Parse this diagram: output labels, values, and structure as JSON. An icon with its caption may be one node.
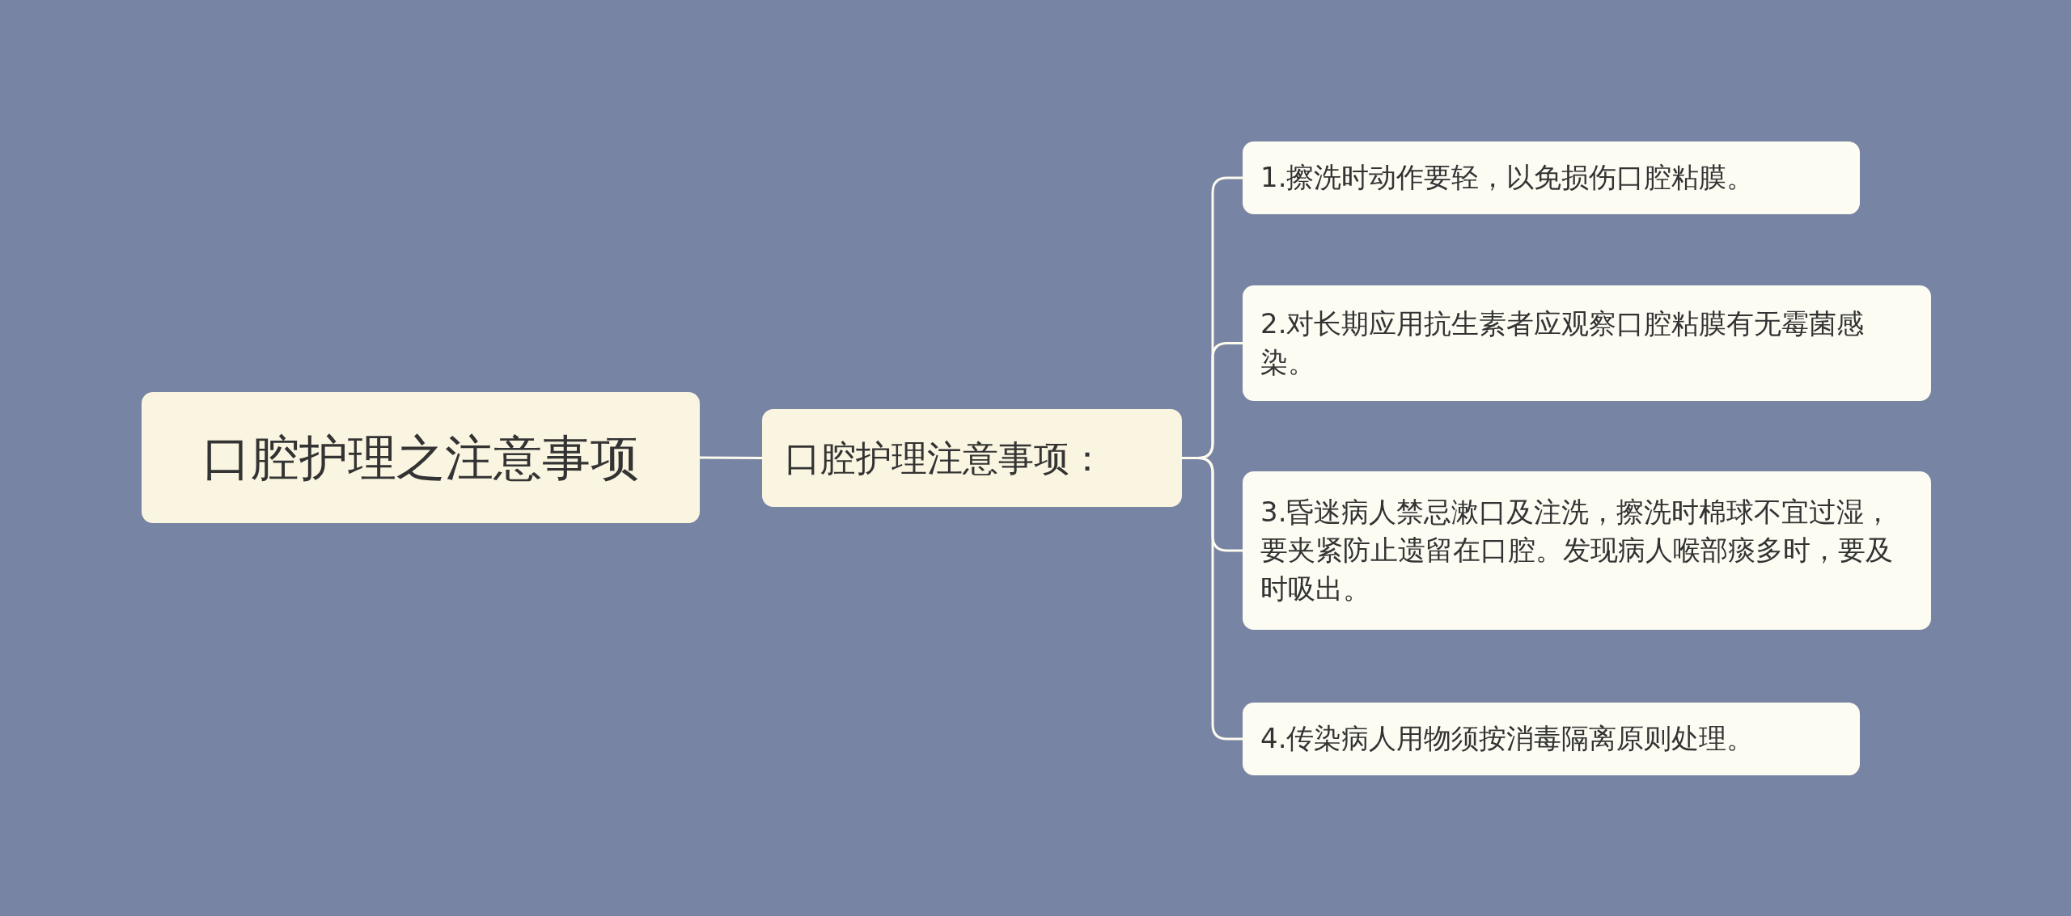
{
  "diagram": {
    "nodes": [
      {
        "text": [
          "口腔护理之注意事项"
        ]
      },
      {
        "text": [
          "口腔护理注意事项："
        ]
      },
      {
        "text": [
          "1.擦洗时动作要轻，以免损伤口腔粘膜。"
        ]
      },
      {
        "text": [
          "2.对长期应用抗生素者应观察口腔粘膜有无霉菌感染。"
        ]
      },
      {
        "text": [
          "3.昏迷病人禁忌漱口及注洗，擦洗时棉球不宜过湿，要夹紧防止遗留在口腔。发现病人喉部痰多时，要及时吸出。"
        ]
      },
      {
        "text": [
          "4.传染病人用物须按消毒隔离原则处理。"
        ]
      }
    ],
    "edges": [
      {
        "from": 0,
        "to": 1,
        "arrow": "none"
      },
      {
        "from": 1,
        "to": 2,
        "arrow": "none"
      },
      {
        "from": 1,
        "to": 3,
        "arrow": "none"
      },
      {
        "from": 1,
        "to": 4,
        "arrow": "none"
      },
      {
        "from": 1,
        "to": 5,
        "arrow": "none"
      }
    ]
  }
}
